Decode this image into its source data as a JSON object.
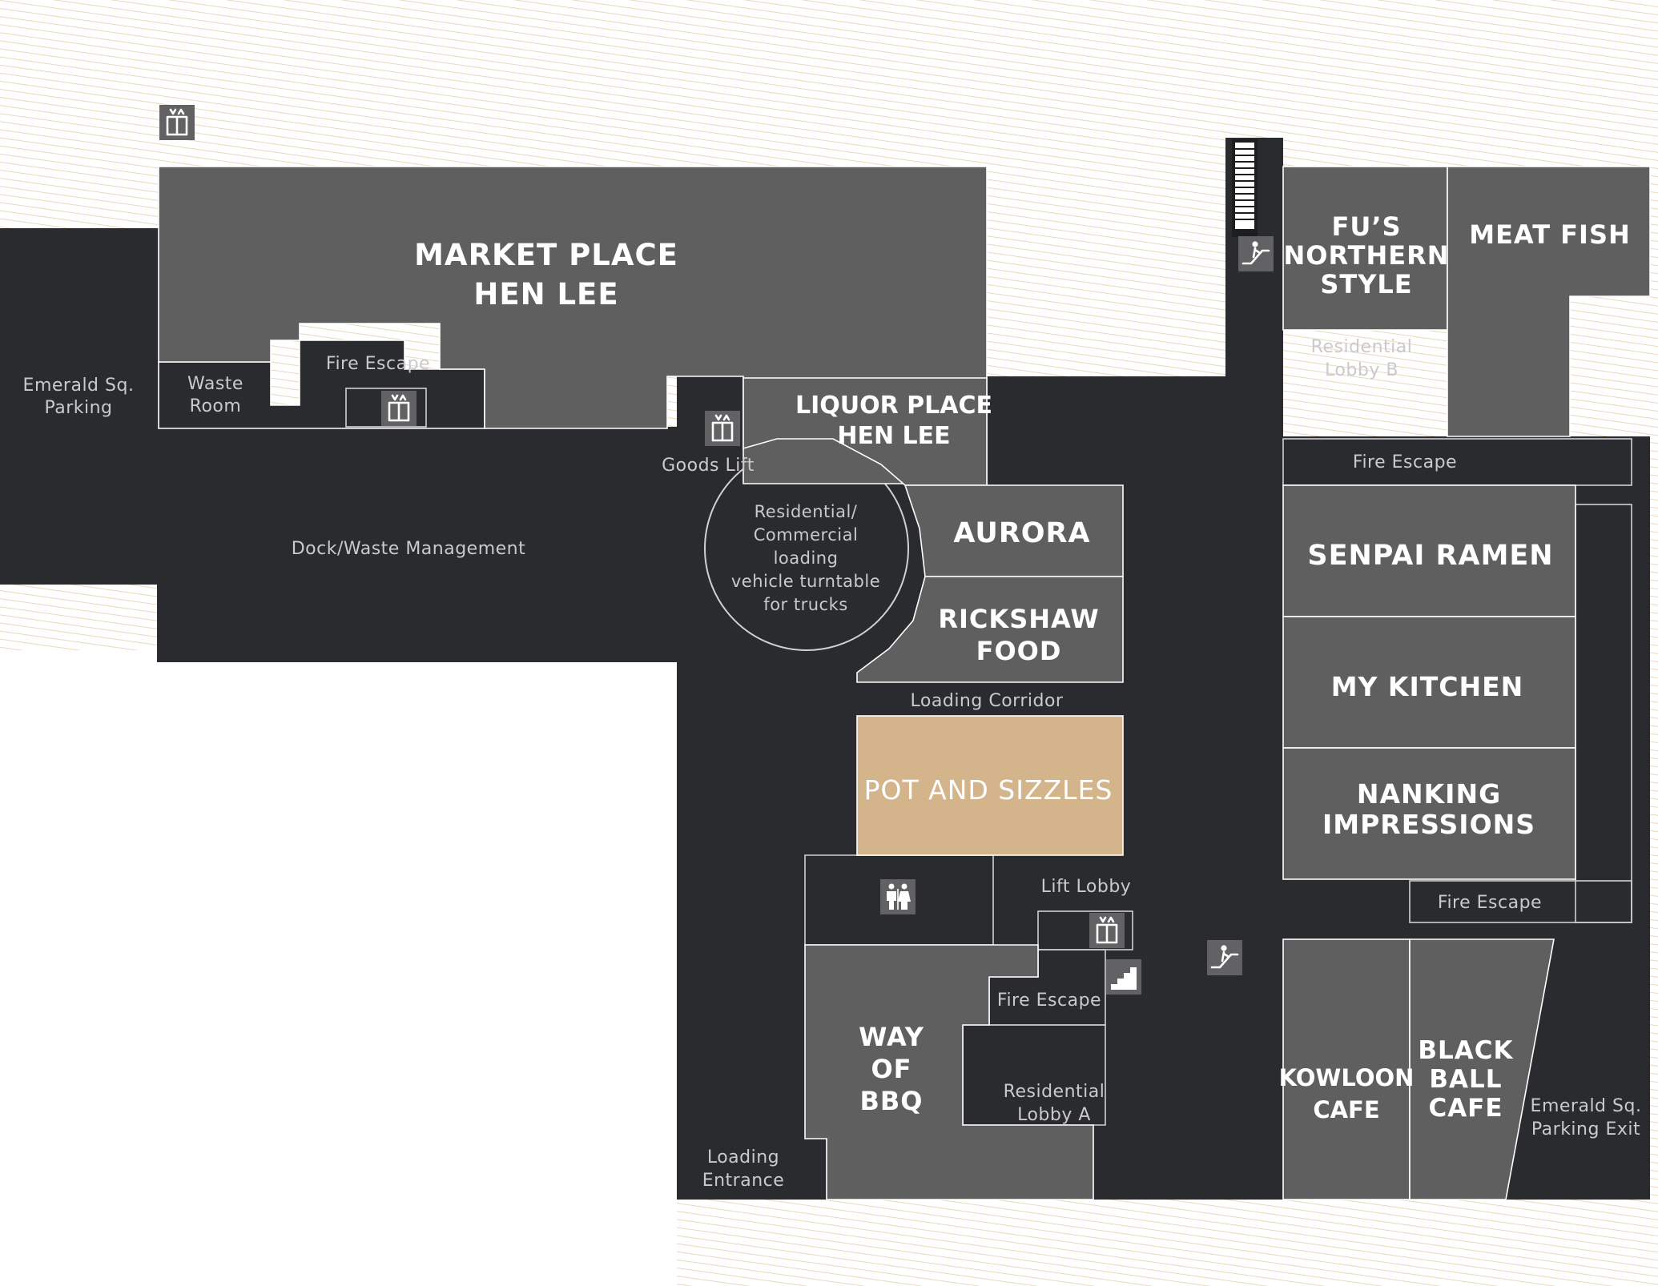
{
  "stores": {
    "market_place": [
      "MARKET PLACE",
      "HEN LEE"
    ],
    "liquor_place": [
      "LIQUOR PLACE",
      "HEN LEE"
    ],
    "aurora": [
      "AURORA"
    ],
    "rickshaw": [
      "RICKSHAW",
      "FOOD"
    ],
    "pot_and_sizzles": [
      "POT AND SIZZLES"
    ],
    "way_of_bbq": [
      "WAY",
      "OF",
      "BBQ"
    ],
    "fus_northern": [
      "FU’S",
      "NORTHERN",
      "STYLE"
    ],
    "meat_fish": [
      "MEAT FISH"
    ],
    "senpai_ramen": [
      "SENPAI RAMEN"
    ],
    "my_kitchen": [
      "MY KITCHEN"
    ],
    "nanking": [
      "NANKING",
      "IMPRESSIONS"
    ],
    "kowloon": [
      "KOWLOON",
      "CAFE"
    ],
    "black_ball": [
      "BLACK",
      "BALL",
      "CAFE"
    ]
  },
  "areas": {
    "emerald_parking": [
      "Emerald Sq.",
      "Parking"
    ],
    "waste_room": [
      "Waste",
      "Room"
    ],
    "fire_escape_1": [
      "Fire  Escape"
    ],
    "goods_lift": [
      "Goods Lift"
    ],
    "dock": [
      "Dock/Waste Management"
    ],
    "turntable": [
      "Residential/",
      "Commercial",
      "loading",
      "vehicle turntable",
      "for trucks"
    ],
    "loading_corridor": [
      "Loading Corridor"
    ],
    "residential_lobby_b": [
      "Residential",
      "Lobby B"
    ],
    "fire_escape_2": [
      "Fire  Escape"
    ],
    "fire_escape_3": [
      "Fire  Escape"
    ],
    "lift_lobby": [
      "Lift  Lobby"
    ],
    "fire_escape_4": [
      "Fire  Escape"
    ],
    "residential_lobby_a": [
      "Residential",
      "Lobby A"
    ],
    "loading_entrance": [
      "Loading",
      "Entrance"
    ],
    "emerald_parking_exit": [
      "Emerald Sq.",
      "Parking Exit"
    ]
  },
  "icons": [
    "lift-icon",
    "escalator-icon",
    "stairs-icon",
    "restroom-icon"
  ],
  "colors": {
    "corridor": "#2a2b2e",
    "store": "#5f5f5f",
    "highlight_store": "#d4b48a",
    "background_hatch": "#e2cfae"
  }
}
